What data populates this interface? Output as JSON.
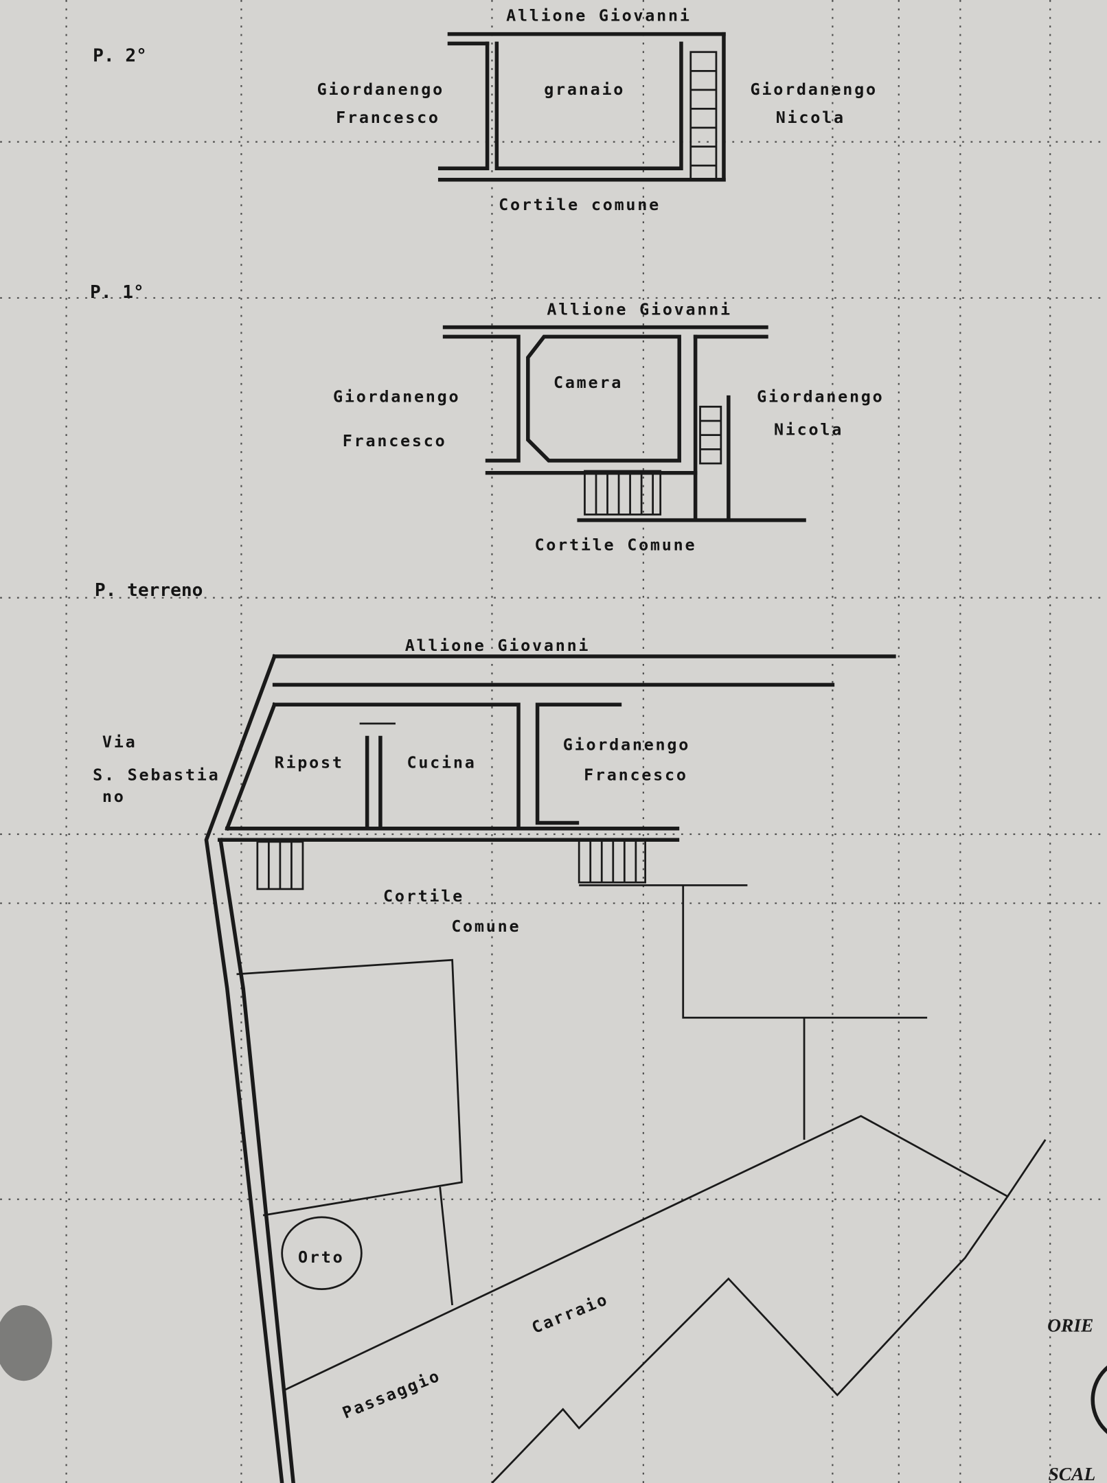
{
  "floor_2": {
    "level": "P. 2°",
    "north": "Allione Giovanni",
    "west": [
      "Giordanengo",
      "Francesco"
    ],
    "room": "granaio",
    "east": [
      "Giordanengo",
      "Nicola"
    ],
    "south": "Cortile comune"
  },
  "floor_1": {
    "level": "P. 1°",
    "north": "Allione Giovanni",
    "west": [
      "Giordanengo",
      "Francesco"
    ],
    "room": "Camera",
    "east": [
      "Giordanengo",
      "Nicola"
    ],
    "south": "Cortile Comune"
  },
  "ground": {
    "level": "P. terreno",
    "north": "Allione Giovanni",
    "street": [
      "Via",
      "S. Sebastia",
      "no"
    ],
    "rooms": [
      "Ripost",
      "Cucina"
    ],
    "east": [
      "Giordanengo",
      "Francesco"
    ],
    "courtyard": [
      "Cortile",
      "Comune"
    ],
    "garden": "Orto",
    "passage": [
      "Passaggio",
      "Carraio"
    ]
  },
  "stamp": {
    "orientation": "ORIE",
    "scale": "SCAL"
  },
  "colors": {
    "paper": "#d5d4d1",
    "ink": "#1a1a1a"
  }
}
